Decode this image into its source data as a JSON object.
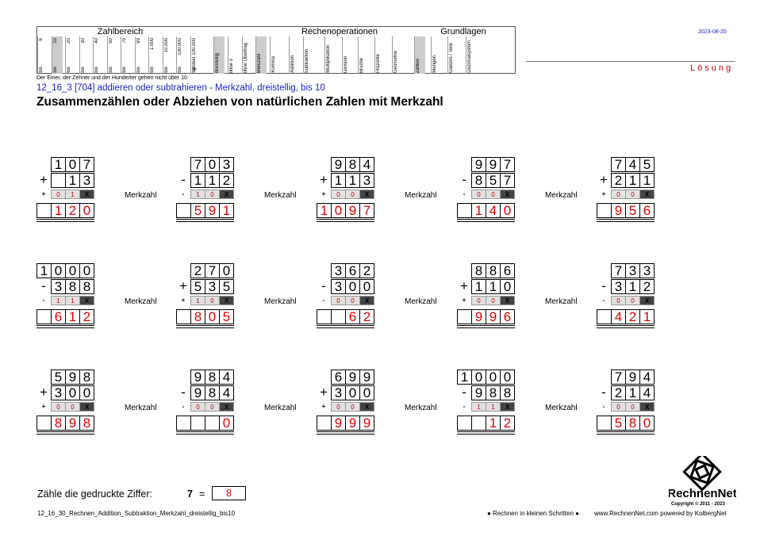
{
  "header": {
    "groups": [
      "Zahlbereich",
      "Rechenoperationen",
      "Grundlagen"
    ],
    "range_values": [
      "6",
      "10",
      "20",
      "30",
      "40",
      "50",
      "70",
      "99",
      "1.000",
      "10.000",
      "100.000",
      "größer 100.000"
    ],
    "range_prefix": "bis",
    "other_cols": [
      "dreistellig",
      "ohne 0",
      "ohne Übertrag",
      "Merkzahl",
      "Komma",
      "Addition",
      "Subtraktion",
      "Multiplikation",
      "Division",
      "Brüche",
      "Prozente",
      "Geometrie",
      "Zahlen",
      "Mengen",
      "Ganzes / Teile",
      "Dezimalsystem"
    ],
    "date": "2023-08-20",
    "loesung": "Lösung",
    "note": "Der Einer, der Zehner und der Hunderter gehen nicht über 10",
    "subtitle": "12_16_3   [704]   addieren oder subtrahieren - Merkzahl, dreistellig, bis 10",
    "title": "Zusammenzählen oder Abziehen von natürlichen Zahlen mit Merkzahl"
  },
  "merkzahl_label": "Merkzahl",
  "problems": [
    {
      "a": [
        "",
        "1",
        "0",
        "7"
      ],
      "op": "+",
      "b": [
        "",
        "",
        "1",
        "3"
      ],
      "carry": [
        "0",
        "1",
        "X"
      ],
      "res": [
        "",
        "1",
        "2",
        "0"
      ]
    },
    {
      "a": [
        "",
        "7",
        "0",
        "3"
      ],
      "op": "-",
      "b": [
        "",
        "1",
        "1",
        "2"
      ],
      "carry": [
        "1",
        "0",
        "X"
      ],
      "res": [
        "",
        "5",
        "9",
        "1"
      ]
    },
    {
      "a": [
        "",
        "9",
        "8",
        "4"
      ],
      "op": "+",
      "b": [
        "",
        "1",
        "1",
        "3"
      ],
      "carry": [
        "0",
        "0",
        "X"
      ],
      "res": [
        "1",
        "0",
        "9",
        "7"
      ]
    },
    {
      "a": [
        "",
        "9",
        "9",
        "7"
      ],
      "op": "-",
      "b": [
        "",
        "8",
        "5",
        "7"
      ],
      "carry": [
        "0",
        "0",
        "X"
      ],
      "res": [
        "",
        "1",
        "4",
        "0"
      ]
    },
    {
      "a": [
        "",
        "7",
        "4",
        "5"
      ],
      "op": "+",
      "b": [
        "",
        "2",
        "1",
        "1"
      ],
      "carry": [
        "0",
        "0",
        "X"
      ],
      "res": [
        "",
        "9",
        "5",
        "6"
      ]
    },
    {
      "a": [
        "1",
        "0",
        "0",
        "0"
      ],
      "op": "-",
      "b": [
        "",
        "3",
        "8",
        "8"
      ],
      "carry": [
        "1",
        "1",
        "X"
      ],
      "res": [
        "",
        "6",
        "1",
        "2"
      ]
    },
    {
      "a": [
        "",
        "2",
        "7",
        "0"
      ],
      "op": "+",
      "b": [
        "",
        "5",
        "3",
        "5"
      ],
      "carry": [
        "1",
        "0",
        "X"
      ],
      "res": [
        "",
        "8",
        "0",
        "5"
      ]
    },
    {
      "a": [
        "",
        "3",
        "6",
        "2"
      ],
      "op": "-",
      "b": [
        "",
        "3",
        "0",
        "0"
      ],
      "carry": [
        "0",
        "0",
        "X"
      ],
      "res": [
        "",
        "",
        "6",
        "2"
      ]
    },
    {
      "a": [
        "",
        "8",
        "8",
        "6"
      ],
      "op": "+",
      "b": [
        "",
        "1",
        "1",
        "0"
      ],
      "carry": [
        "0",
        "0",
        "X"
      ],
      "res": [
        "",
        "9",
        "9",
        "6"
      ]
    },
    {
      "a": [
        "",
        "7",
        "3",
        "3"
      ],
      "op": "-",
      "b": [
        "",
        "3",
        "1",
        "2"
      ],
      "carry": [
        "0",
        "0",
        "X"
      ],
      "res": [
        "",
        "4",
        "2",
        "1"
      ]
    },
    {
      "a": [
        "",
        "5",
        "9",
        "8"
      ],
      "op": "+",
      "b": [
        "",
        "3",
        "0",
        "0"
      ],
      "carry": [
        "0",
        "0",
        "X"
      ],
      "res": [
        "",
        "8",
        "9",
        "8"
      ]
    },
    {
      "a": [
        "",
        "9",
        "8",
        "4"
      ],
      "op": "-",
      "b": [
        "",
        "9",
        "8",
        "4"
      ],
      "carry": [
        "0",
        "0",
        "X"
      ],
      "res": [
        "",
        "",
        "",
        "0"
      ]
    },
    {
      "a": [
        "",
        "6",
        "9",
        "9"
      ],
      "op": "+",
      "b": [
        "",
        "3",
        "0",
        "0"
      ],
      "carry": [
        "0",
        "0",
        "X"
      ],
      "res": [
        "",
        "9",
        "9",
        "9"
      ]
    },
    {
      "a": [
        "1",
        "0",
        "0",
        "0"
      ],
      "op": "-",
      "b": [
        "",
        "9",
        "8",
        "8"
      ],
      "carry": [
        "1",
        "1",
        "X"
      ],
      "res": [
        "",
        "",
        "1",
        "2"
      ]
    },
    {
      "a": [
        "",
        "7",
        "9",
        "4"
      ],
      "op": "-",
      "b": [
        "",
        "2",
        "1",
        "4"
      ],
      "carry": [
        "0",
        "0",
        "X"
      ],
      "res": [
        "",
        "5",
        "8",
        "0"
      ]
    }
  ],
  "footer": {
    "count_label": "Zähle die gedruckte Ziffer:",
    "digit": "7",
    "equals": "=",
    "answer": "8",
    "filename": "12_16_30_Rechnen_Addition_Subtraktion_Merkzahl_dreistellig_bis10",
    "motto": "● Rechnen in kleinen Schritten ●",
    "site": "www.RechnenNet.com powered by KolbergNet",
    "brand": "RechnenNet",
    "copyright": "Copyright © 2011 - 2023"
  }
}
